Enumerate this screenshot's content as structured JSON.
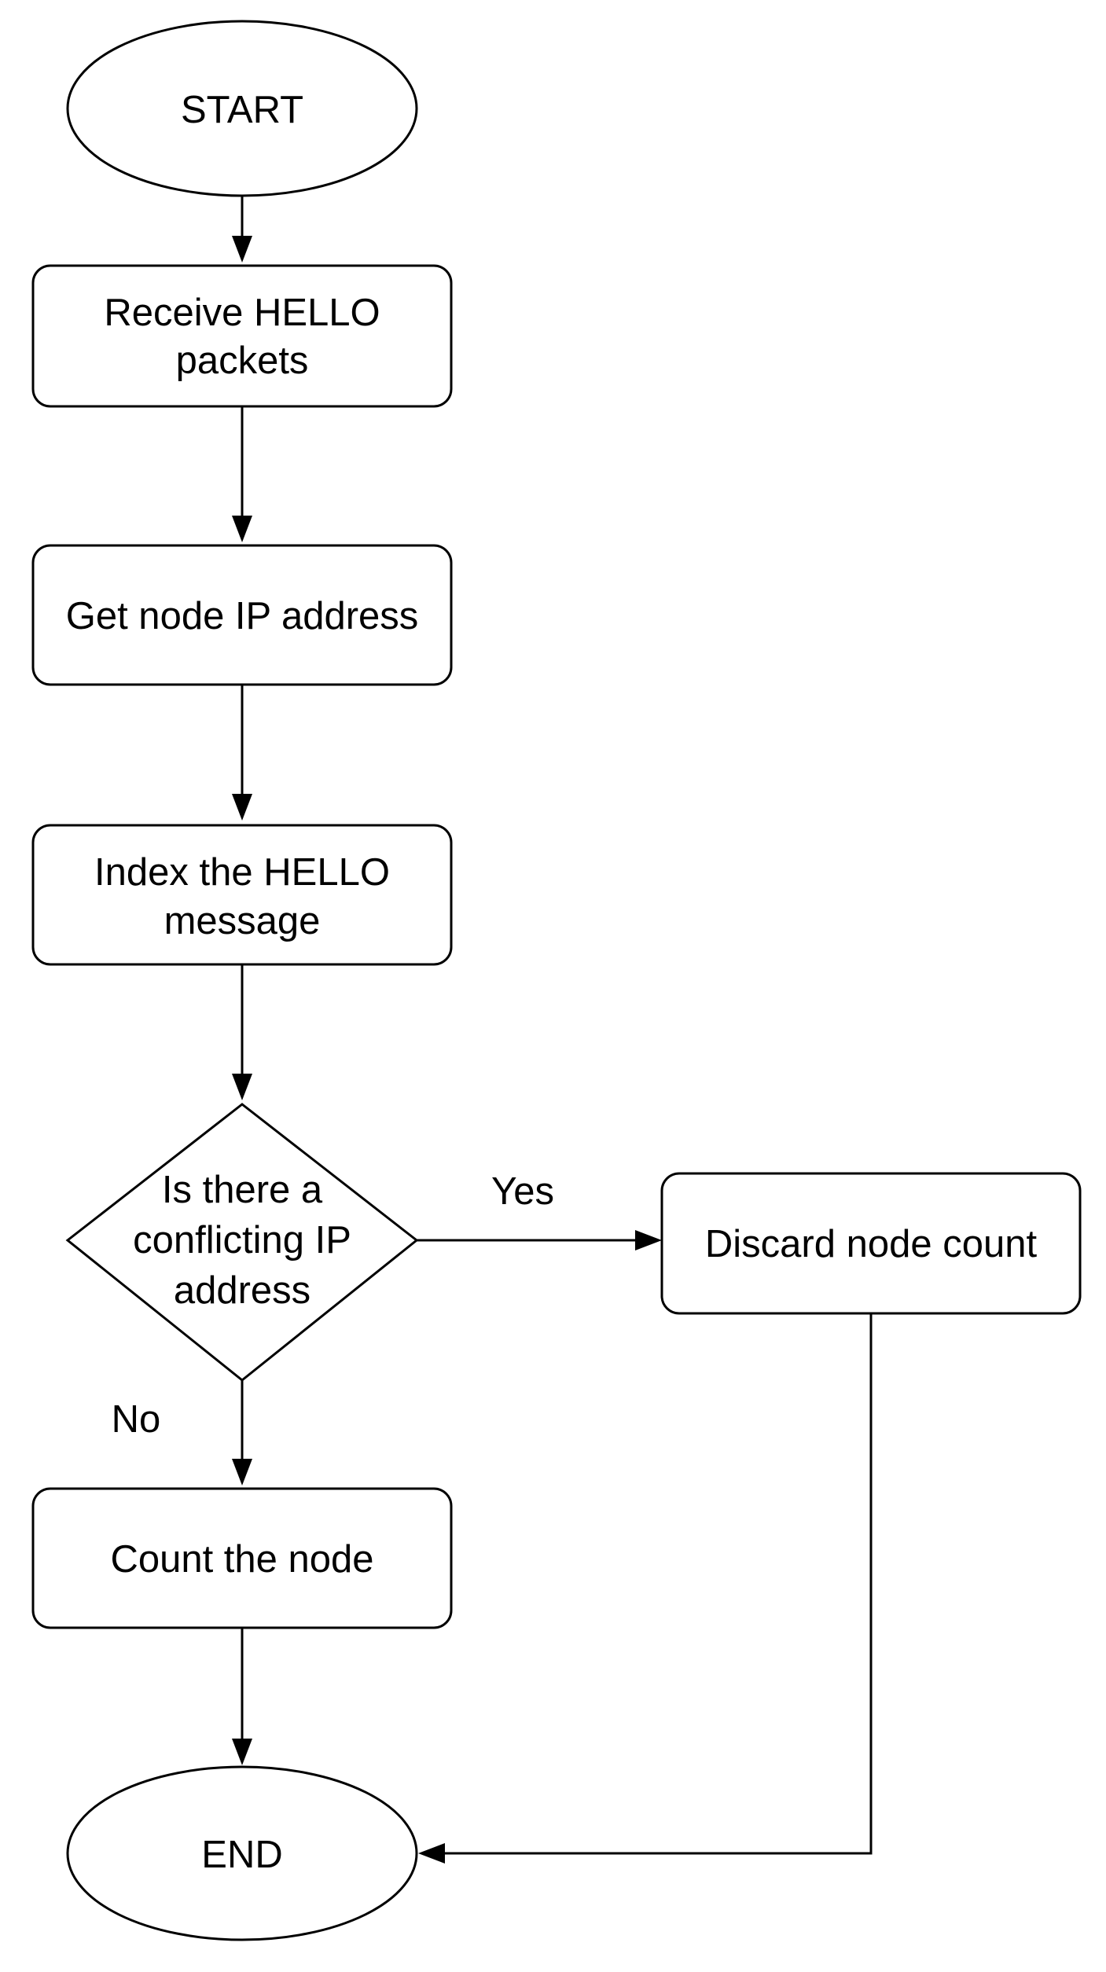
{
  "diagram": {
    "type": "flowchart",
    "nodes": {
      "start": {
        "shape": "ellipse",
        "lines": [
          "START"
        ]
      },
      "receive": {
        "shape": "rounded-rect",
        "lines": [
          "Receive HELLO",
          "packets"
        ]
      },
      "get_ip": {
        "shape": "rounded-rect",
        "lines": [
          "Get node IP address"
        ]
      },
      "index": {
        "shape": "rounded-rect",
        "lines": [
          "Index the HELLO",
          "message"
        ]
      },
      "decision": {
        "shape": "diamond",
        "lines": [
          "Is there a",
          "conflicting IP",
          "address"
        ]
      },
      "discard": {
        "shape": "rounded-rect",
        "lines": [
          "Discard node count"
        ]
      },
      "count": {
        "shape": "rounded-rect",
        "lines": [
          "Count the node"
        ]
      },
      "end": {
        "shape": "ellipse",
        "lines": [
          "END"
        ]
      }
    },
    "edges": [
      {
        "from": "start",
        "to": "receive",
        "label": ""
      },
      {
        "from": "receive",
        "to": "get_ip",
        "label": ""
      },
      {
        "from": "get_ip",
        "to": "index",
        "label": ""
      },
      {
        "from": "index",
        "to": "decision",
        "label": ""
      },
      {
        "from": "decision",
        "to": "discard",
        "label": "Yes"
      },
      {
        "from": "decision",
        "to": "count",
        "label": "No"
      },
      {
        "from": "count",
        "to": "end",
        "label": ""
      },
      {
        "from": "discard",
        "to": "end",
        "label": ""
      }
    ]
  }
}
